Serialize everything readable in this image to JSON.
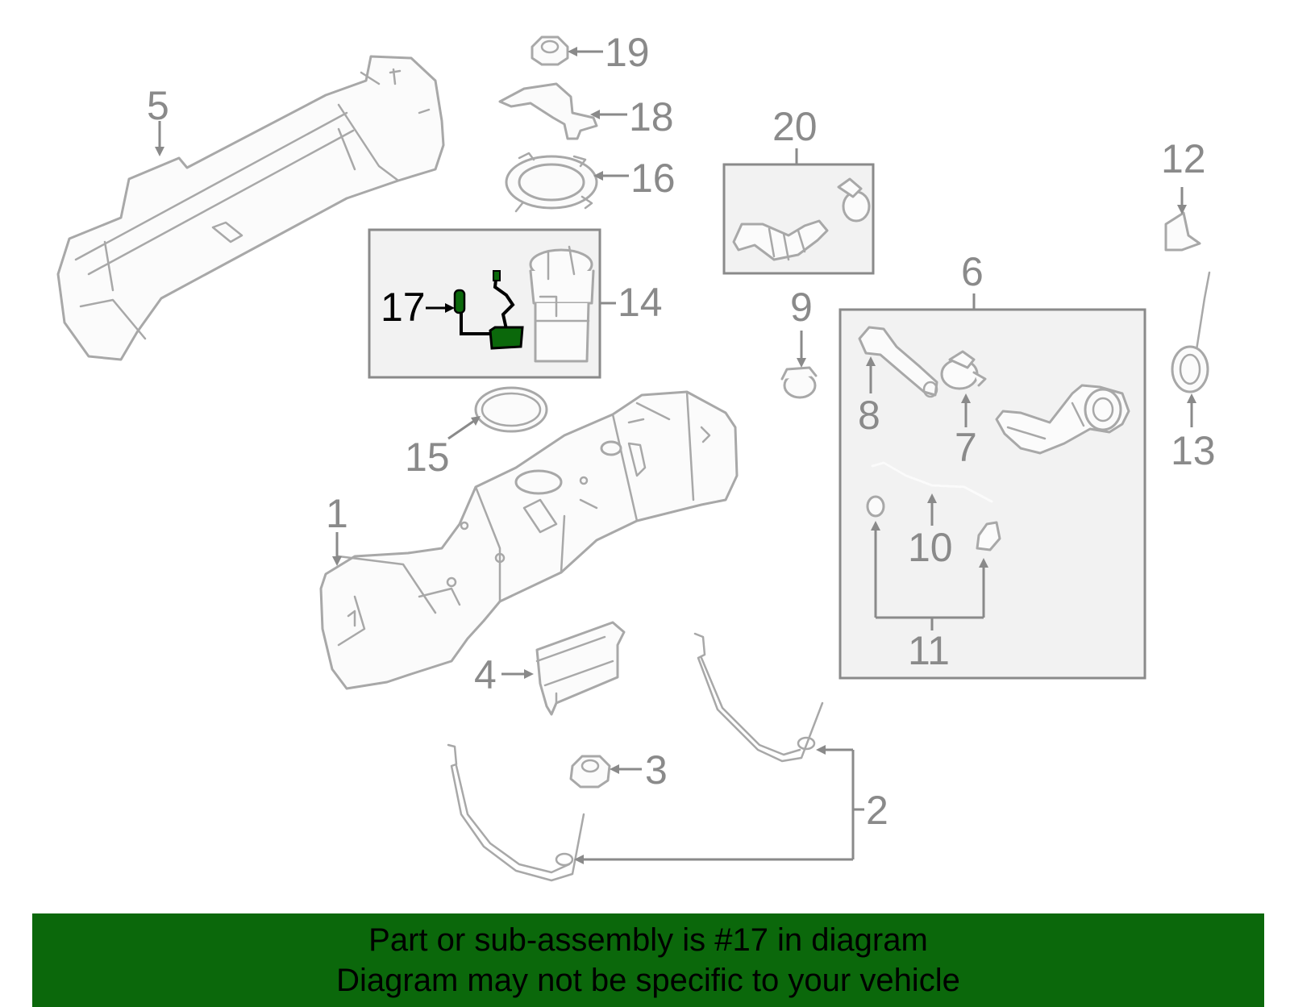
{
  "callouts": [
    {
      "id": "1",
      "label": "1"
    },
    {
      "id": "2",
      "label": "2"
    },
    {
      "id": "3",
      "label": "3"
    },
    {
      "id": "4",
      "label": "4"
    },
    {
      "id": "5",
      "label": "5"
    },
    {
      "id": "6",
      "label": "6"
    },
    {
      "id": "7",
      "label": "7"
    },
    {
      "id": "8",
      "label": "8"
    },
    {
      "id": "9",
      "label": "9"
    },
    {
      "id": "10",
      "label": "10"
    },
    {
      "id": "11",
      "label": "11"
    },
    {
      "id": "12",
      "label": "12"
    },
    {
      "id": "13",
      "label": "13"
    },
    {
      "id": "14",
      "label": "14"
    },
    {
      "id": "15",
      "label": "15"
    },
    {
      "id": "16",
      "label": "16"
    },
    {
      "id": "17",
      "label": "17"
    },
    {
      "id": "18",
      "label": "18"
    },
    {
      "id": "19",
      "label": "19"
    },
    {
      "id": "20",
      "label": "20"
    }
  ],
  "highlighted_part": "17",
  "colors": {
    "highlight_part": "#0b680b",
    "banner_background": "#0b680b",
    "callout_text": "#8a8a8a",
    "highlight_callout_text": "#000000",
    "group_box_fill": "#f2f2f2"
  },
  "banner": {
    "line1": "Part or sub-assembly is #17 in diagram",
    "line2": "Diagram may not be specific to your vehicle"
  }
}
